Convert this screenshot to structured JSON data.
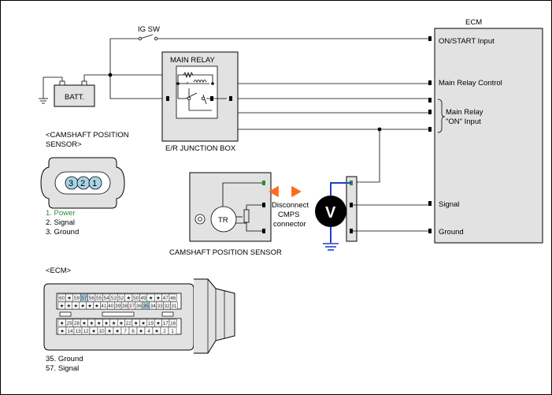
{
  "ecm": {
    "title": "ECM",
    "inputs": {
      "on_start": "ON/START Input",
      "main_relay_control": "Main Relay Control",
      "main_relay_on_1": "Main Relay",
      "main_relay_on_2": "\"ON\" Input",
      "signal": "Signal",
      "ground": "Ground"
    }
  },
  "ig_sw": "IG SW",
  "battery": "BATT.",
  "main_relay": "MAIN RELAY",
  "junction_box": "E/R JUNCTION BOX",
  "camshaft_sensor": {
    "header_1": "<CAMSHAFT POSITION",
    "header_2": "SENSOR>",
    "pins": [
      "3",
      "2",
      "1"
    ],
    "legend": [
      "1. Power",
      "2. Signal",
      "3. Ground"
    ],
    "tr_label": "TR",
    "caption": "CAMSHAFT POSITION SENSOR"
  },
  "disconnect": {
    "line1": "Disconnect",
    "line2": "CMPS",
    "line3": "connector"
  },
  "voltmeter": "V",
  "ecm_connector": {
    "header": "<ECM>",
    "row1": [
      "60",
      "★",
      "59",
      "57",
      "56",
      "55",
      "54",
      "53",
      "52",
      "★",
      "50",
      "49",
      "★",
      "★",
      "47",
      "46"
    ],
    "row2": [
      "★",
      "★",
      "★",
      "★",
      "★",
      "★",
      "41",
      "40",
      "39",
      "38",
      "37",
      "36",
      "35",
      "34",
      "33",
      "32",
      "31"
    ],
    "row3": [
      "★",
      "29",
      "28",
      "★",
      "★",
      "★",
      "★",
      "★",
      "★",
      "22",
      "★",
      "★",
      "19",
      "★",
      "17",
      "16"
    ],
    "row4": [
      "★",
      "14",
      "13",
      "12",
      "★",
      "10",
      "★",
      "★",
      "7",
      "6",
      "★",
      "4",
      "★",
      "2",
      "1"
    ],
    "highlighted": [
      "57",
      "35"
    ],
    "legend": [
      "35. Ground",
      "57. Signal"
    ]
  },
  "colors": {
    "box_fill": "#e2e2e2",
    "power_green": "#2e8b2e",
    "pin_highlight": "#a9d4e6",
    "probe_blue": "#1f3fc4",
    "arrow_orange": "#ff6a1a"
  }
}
